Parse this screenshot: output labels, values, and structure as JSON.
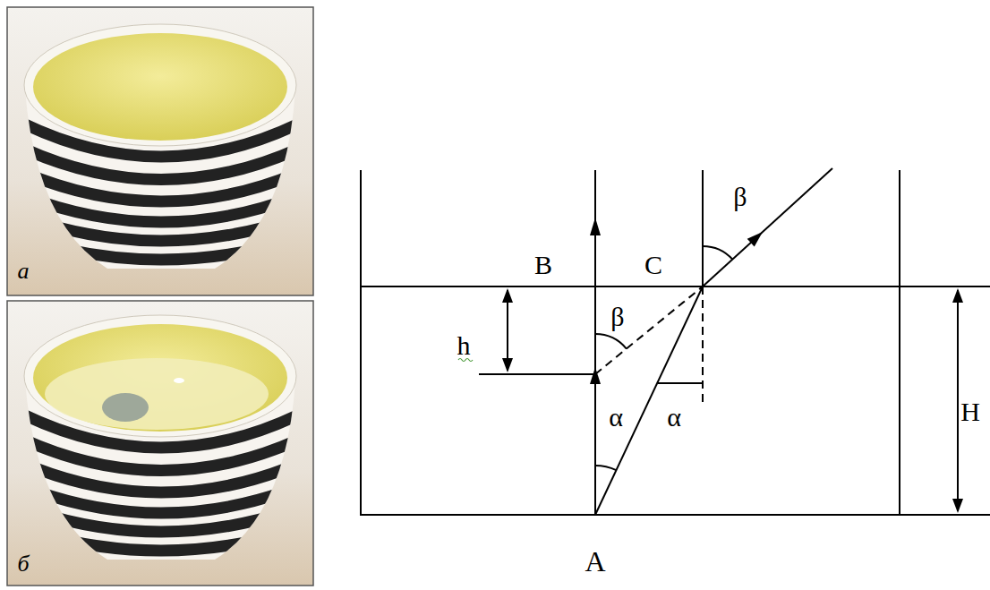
{
  "diagram": {
    "labels": [
      "а",
      "б",
      "B",
      "C",
      "β",
      "h",
      "β",
      "α",
      "α",
      "H",
      "A"
    ]
  }
}
